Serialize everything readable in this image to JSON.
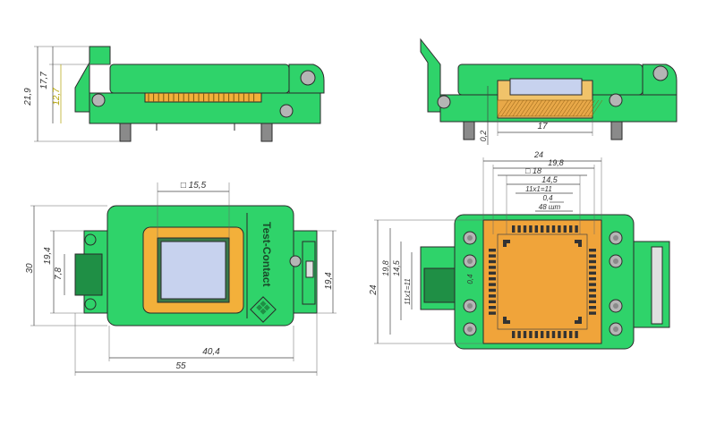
{
  "views": {
    "side_left": {
      "dim_total_height": "21,9",
      "dim_body_height": "17,7",
      "dim_inner_height": "12,7"
    },
    "side_right": {
      "dim_width": "17",
      "dim_offset": "0,2"
    },
    "top_left": {
      "label_window": "□ 15,5",
      "label_height_30": "30",
      "label_height_19_4_left": "19,4",
      "label_height_7_8": "7,8",
      "label_height_19_4_right": "19,4",
      "label_width_40_4": "40,4",
      "label_width_55": "55",
      "brand_text": "Test-Contact"
    },
    "top_right": {
      "label_24_top": "24",
      "label_19_8_top": "19,8",
      "label_18": "□ 18",
      "label_14_5_top": "14,5",
      "label_11x1": "11x1=11",
      "label_0_4_top": "0,4",
      "label_48": "48 шт",
      "label_24_left": "24",
      "label_19_8_left": "19,8",
      "label_14_5_left": "14,5",
      "label_11x1_left": "11x1=11",
      "label_0_4_left": "0,4"
    }
  },
  "colors": {
    "body_green": "#2fd36a",
    "dark_green": "#1f8f45",
    "frame_orange": "#f3b03a",
    "pad_orange": "#f0a43a",
    "window_blue": "#c7d2ee",
    "screw_gray": "#b5b5b5"
  }
}
